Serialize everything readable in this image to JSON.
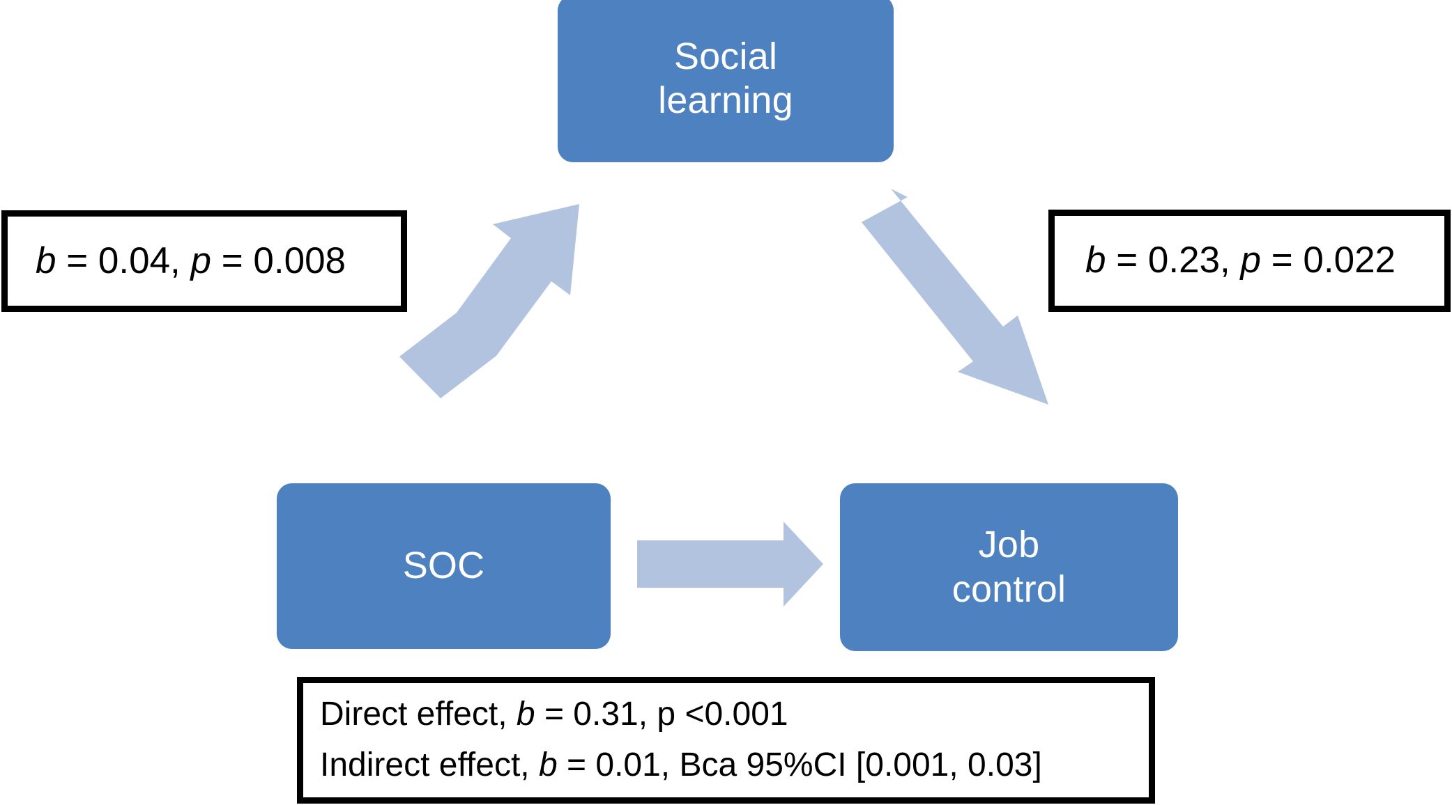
{
  "figure": {
    "type": "mediation-path-diagram",
    "accent_color": "#4E81C0",
    "arrow_color": "#B2C3DF",
    "box_border_color": "#000000",
    "background_color": "#FFFFFF"
  },
  "nodes": {
    "mediator": {
      "name": "social-learning",
      "line1": "Social",
      "line2": "learning"
    },
    "predictor": {
      "name": "soc",
      "line1": "SOC",
      "line2": ""
    },
    "outcome": {
      "name": "job-control",
      "line1": "Job",
      "line2": "control"
    }
  },
  "paths": {
    "a_path": {
      "from": "SOC",
      "to": "Social learning",
      "coefficient_symbol": "b",
      "coefficient_value": "0.04",
      "p_symbol": "p",
      "p_value": "0.008",
      "full_text": "b = 0.04, p = 0.008"
    },
    "b_path": {
      "from": "Social learning",
      "to": "Job control",
      "coefficient_symbol": "b",
      "coefficient_value": "0.23",
      "p_symbol": "p",
      "p_value": "0.022",
      "full_text": "b = 0.23, p = 0.022"
    },
    "c_path": {
      "from": "SOC",
      "to": "Job control"
    }
  },
  "effects": {
    "direct": {
      "label": "Direct effect,",
      "coefficient_symbol": "b",
      "coefficient_text": "= 0.31,",
      "significance": "p <0.001",
      "full_text": "Direct effect, b = 0.31, p <0.001"
    },
    "indirect": {
      "label": "Indirect effect,",
      "coefficient_symbol": "b",
      "coefficient_text": "= 0.01,",
      "interval": "Bca 95%CI [0.001, 0.03]",
      "full_text": "Indirect effect, b = 0.01, Bca 95%CI [0.001, 0.03]"
    }
  }
}
